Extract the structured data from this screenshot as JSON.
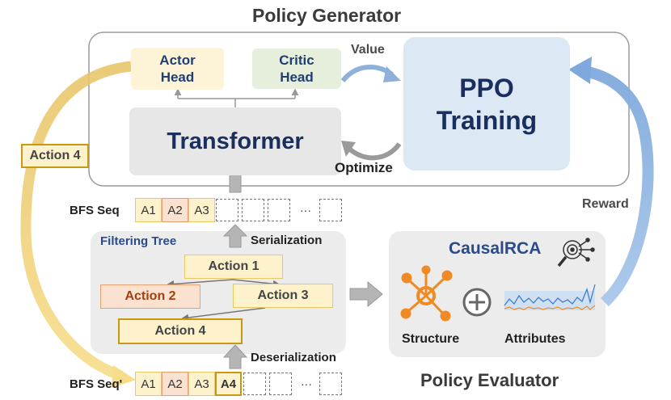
{
  "policy_generator": {
    "title": "Policy Generator",
    "actor_head": "Actor\nHead",
    "critic_head": "Critic\nHead",
    "value_label": "Value",
    "ppo_training": "PPO\nTraining",
    "transformer": "Transformer",
    "optimize_label": "Optimize"
  },
  "action4_side": "Action 4",
  "reward_label": "Reward",
  "bfs_seq": {
    "label": "BFS Seq",
    "cells": [
      "A1",
      "A2",
      "A3"
    ],
    "ellipsis": "···"
  },
  "filtering_tree": {
    "title": "Filtering Tree",
    "serialization": "Serialization",
    "deserialization": "Deserialization",
    "action1": "Action 1",
    "action2": "Action 2",
    "action3": "Action 3",
    "action4": "Action 4"
  },
  "bfs_seq_prime": {
    "label": "BFS Seq'",
    "cells": [
      "A1",
      "A2",
      "A3",
      "A4"
    ],
    "ellipsis": "···"
  },
  "policy_evaluator": {
    "title": "Policy Evaluator",
    "causalrca": "CausalRCA",
    "structure": "Structure",
    "attributes": "Attributes"
  },
  "colors": {
    "actor_fill": "#fdf3d6",
    "critic_fill": "#e5efdc",
    "ppo_fill": "#dce8f4",
    "transformer_fill": "#e7e7e7",
    "orange_fill": "#fbe1cf",
    "orange_border": "#e8a070",
    "yellow_fill": "#fdf2cc",
    "yellow_border": "#e8c860",
    "gold_border": "#c89812",
    "blue_text": "#1f3f73",
    "navy_text": "#1a2f5e",
    "orange_text": "#a04010",
    "graph_orange": "#f08a24"
  }
}
